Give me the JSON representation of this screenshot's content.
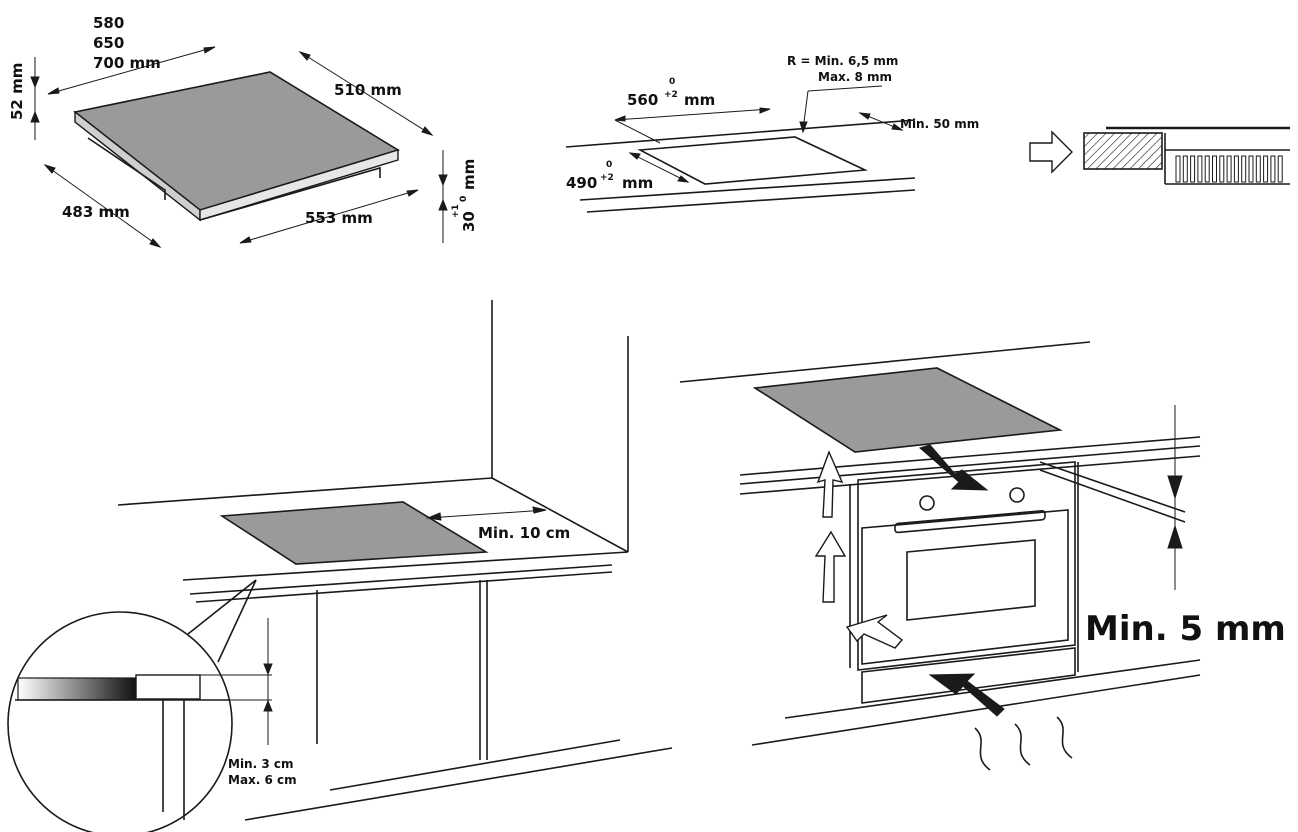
{
  "colors": {
    "hob_surface": "#9a9a9a",
    "line": "#1a1a1a",
    "background": "#ffffff"
  },
  "hob_dimensions": {
    "width_options": [
      "580",
      "650",
      "700 mm"
    ],
    "height": "52 mm",
    "depth": "510 mm",
    "front_width": "483 mm",
    "cut_depth": "553 mm",
    "tolerance": "+1",
    "side_height": "30",
    "side_height_tol": "0",
    "side_height_unit": "mm"
  },
  "cutout": {
    "radius_min": "R = Min. 6,5 mm",
    "radius_max": "Max. 8 mm",
    "width": "560",
    "width_tol_top": "0",
    "width_tol_bottom": "+2",
    "width_unit": "mm",
    "depth": "490",
    "depth_tol_top": "0",
    "depth_tol_bottom": "+2",
    "depth_unit": "mm",
    "min_back": "Min. 50 mm"
  },
  "installation": {
    "wall_clearance": "Min. 10 cm",
    "worktop_min": "Min. 3 cm",
    "worktop_max": "Max. 6 cm",
    "oven_gap": "Min. 5 mm"
  }
}
